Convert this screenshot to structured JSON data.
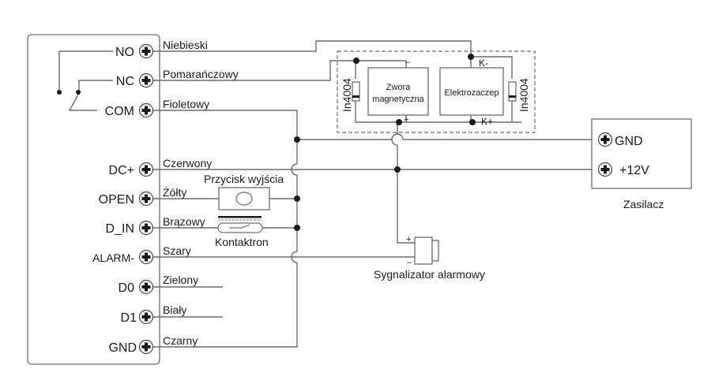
{
  "controller": {
    "terminals": [
      {
        "id": "no",
        "label": "NO",
        "wire": "Niebieski"
      },
      {
        "id": "nc",
        "label": "NC",
        "wire": "Pomarańczowy"
      },
      {
        "id": "com",
        "label": "COM",
        "wire": "Fioletowy"
      },
      {
        "id": "dc-plus",
        "label": "DC+",
        "wire": "Czerwony"
      },
      {
        "id": "open",
        "label": "OPEN",
        "wire": "Żółty"
      },
      {
        "id": "d-in",
        "label": "D_IN",
        "wire": "Brązowy"
      },
      {
        "id": "alarm-minus",
        "label": "ALARM-",
        "wire": "Szary"
      },
      {
        "id": "d0",
        "label": "D0",
        "wire": "Zielony"
      },
      {
        "id": "d1",
        "label": "D1",
        "wire": "Biały"
      },
      {
        "id": "gnd",
        "label": "GND",
        "wire": "Czarny"
      }
    ]
  },
  "lock_block": {
    "magnet_label_line1": "Zwora",
    "magnet_label_line2": "magnetyczna",
    "strike_label": "Elektrozaczep",
    "diode_left": "In4004",
    "diode_right": "In4004",
    "magnet_minus": "–",
    "magnet_plus": "+",
    "strike_minus": "K-",
    "strike_plus": "K+"
  },
  "exit_button": {
    "label": "Przycisk wyjścia"
  },
  "reed_switch": {
    "label": "Kontaktron"
  },
  "siren": {
    "label": "Sygnalizator alarmowy",
    "plus": "+",
    "minus": "–"
  },
  "power_supply": {
    "label": "Zasilacz",
    "gnd": "GND",
    "v12": "+12V"
  }
}
